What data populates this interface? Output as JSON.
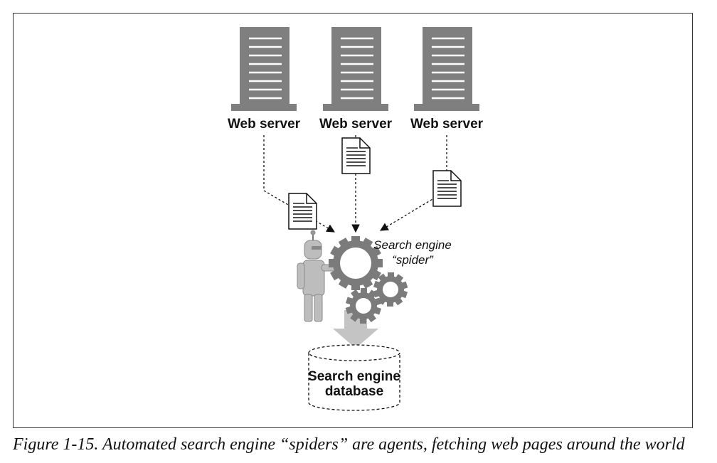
{
  "diagram": {
    "servers": [
      {
        "label": "Web server"
      },
      {
        "label": "Web server"
      },
      {
        "label": "Web server"
      }
    ],
    "spider_label_line1": "Search engine",
    "spider_label_line2": "“spider”",
    "database_label_line1": "Search engine",
    "database_label_line2": "database",
    "colors": {
      "server": "#7f7f7f",
      "gear": "#7b7b7b",
      "robot": "#bdbdbd",
      "arrow": "#c4c4c4"
    }
  },
  "caption": "Figure 1-15. Automated search engine “spiders” are agents, fetching web pages around the world"
}
